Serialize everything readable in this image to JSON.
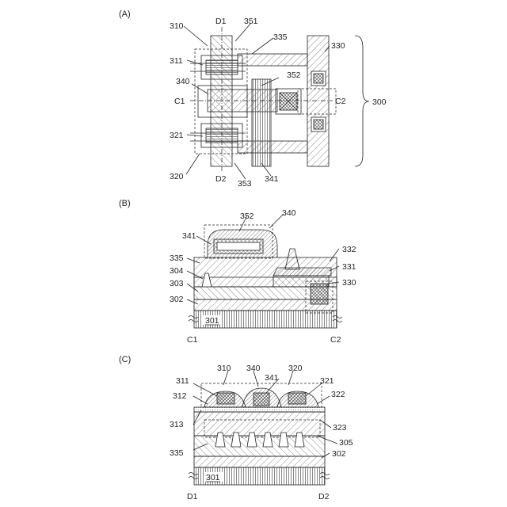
{
  "panels": {
    "A": {
      "title": "(A)",
      "labels": {
        "l310": "310",
        "lD1": "D1",
        "l351": "351",
        "l335": "335",
        "l330": "330",
        "l311": "311",
        "l340": "340",
        "l352": "352",
        "lC1": "C1",
        "lC2": "C2",
        "l300": "300",
        "l321": "321",
        "l320": "320",
        "lD2": "D2",
        "l353": "353",
        "l341": "341"
      }
    },
    "B": {
      "title": "(B)",
      "labels": {
        "l352": "352",
        "l340": "340",
        "l341": "341",
        "l332": "332",
        "l335": "335",
        "l331": "331",
        "l304": "304",
        "l303": "303",
        "l330": "330",
        "l302": "302",
        "l301": "301",
        "lC1": "C1",
        "lC2": "C2"
      }
    },
    "C": {
      "title": "(C)",
      "labels": {
        "l310": "310",
        "l340": "340",
        "l320": "320",
        "l311": "311",
        "l341": "341",
        "l321": "321",
        "l312": "312",
        "l322": "322",
        "l313": "313",
        "l323": "323",
        "l305": "305",
        "l335": "335",
        "l302": "302",
        "l301": "301",
        "lD1": "D1",
        "lD2": "D2"
      }
    }
  },
  "colors": {
    "ink": "#222222",
    "hatch": "#555555",
    "background": "#ffffff"
  }
}
